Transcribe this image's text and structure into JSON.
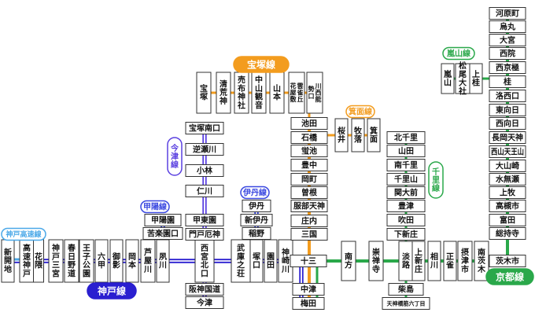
{
  "colors": {
    "kobe": "#2a1fd0",
    "takarazuka": "#f39c1e",
    "kyoto": "#2aa84a",
    "imazu": "#5a40e0",
    "itami": "#3a48e0",
    "koyo": "#3a48e0",
    "minoo": "#f39c1e",
    "senri": "#2aa84a",
    "arashiyama": "#2aa84a",
    "kobe_kosoku": "#4aa8e8",
    "box_border": "#333333",
    "text": "#111111"
  },
  "lines": {
    "takarazuka": "宝塚線",
    "kobe": "神戸線",
    "kyoto": "京都線",
    "imazu": "今津線",
    "itami": "伊丹線",
    "koyo": "甲陽線",
    "minoo": "箕面線",
    "senri": "千里線",
    "arashiyama": "嵐山線",
    "kobe_kosoku": "神戸高速線"
  },
  "stations": {
    "kobe_main": [
      "新開地",
      "高速神戸",
      "花隈",
      "神戸三宮",
      "春日野道",
      "王子公園",
      "六甲",
      "御影",
      "岡本",
      "芦屋川",
      "夙川",
      "西宮北口",
      "武庫之荘",
      "塚口",
      "園田",
      "神崎川"
    ],
    "imazu": [
      "宝塚南口",
      "逆瀬川",
      "小林",
      "仁川",
      "甲東園",
      "門戸厄神",
      "阪神国道",
      "今津"
    ],
    "koyo": [
      "甲陽園",
      "苦楽園口"
    ],
    "itami": [
      "伊丹",
      "新伊丹",
      "稲野"
    ],
    "takarazuka": [
      "宝塚",
      "清荒神",
      "売布神社",
      "中山観音",
      "山本",
      "雲雀丘花屋敷",
      "川西能勢口",
      "池田",
      "石橋",
      "蛍池",
      "豊中",
      "岡町",
      "曽根",
      "服部天神",
      "庄内",
      "三国"
    ],
    "minoo": [
      "桜井",
      "牧落",
      "箕面"
    ],
    "hub": [
      "十三",
      "中津",
      "梅田"
    ],
    "kyoto_main": [
      "南方",
      "崇禅寺",
      "淡路",
      "上新庄",
      "相川",
      "正雀",
      "摂津市",
      "南茨木",
      "茨木市",
      "総持寺",
      "富田",
      "高槻市",
      "上牧",
      "水無瀬",
      "大山崎",
      "西山天王山",
      "長岡天神",
      "西向日",
      "東向日",
      "洛西口",
      "桂",
      "西京極",
      "西院",
      "大宮",
      "烏丸",
      "河原町"
    ],
    "senri": [
      "北千里",
      "山田",
      "南千里",
      "千里山",
      "関大前",
      "豊津",
      "吹田",
      "下新庄"
    ],
    "sakaisuji": [
      "柴島",
      "天神橋筋六丁目"
    ],
    "arashiyama": [
      "嵐山",
      "松尾大社",
      "上桂"
    ]
  }
}
